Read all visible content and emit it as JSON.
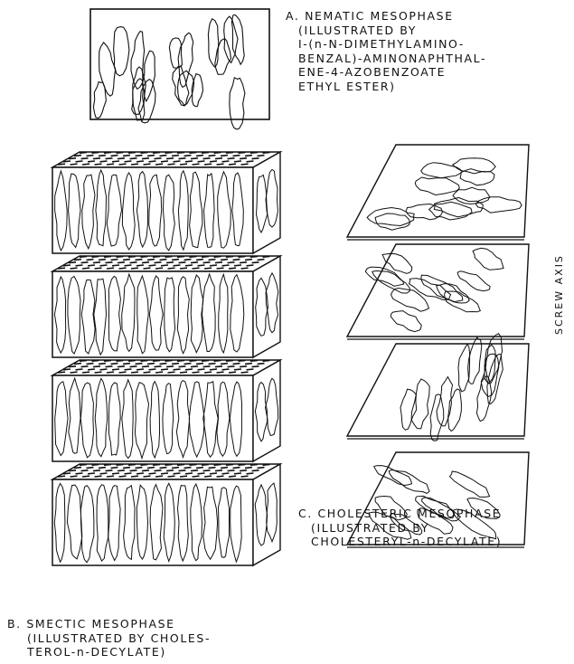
{
  "captions": {
    "a": {
      "letter": "A.",
      "lines": [
        "NEMATIC MESOPHASE",
        "(ILLUSTRATED BY",
        "I-(n-N-DIMETHYLAMINO-",
        "BENZAL)-AMINONAPHTHAL-",
        "ENE-4-AZOBENZOATE",
        "ETHYL ESTER)"
      ]
    },
    "b": {
      "letter": "B.",
      "lines": [
        "SMECTIC MESOPHASE",
        "(ILLUSTRATED BY CHOLES-",
        "TEROL-n-DECYLATE)"
      ]
    },
    "c": {
      "letter": "C.",
      "lines": [
        "CHOLESTERIC MESOPHASE",
        "(ILLUSTRATED BY",
        "CHOLESTERYL-n-DECYLATE)"
      ]
    }
  },
  "screw_axis_label": "SCREW AXIS",
  "colors": {
    "ink": "#111111",
    "paper": "#ffffff"
  }
}
